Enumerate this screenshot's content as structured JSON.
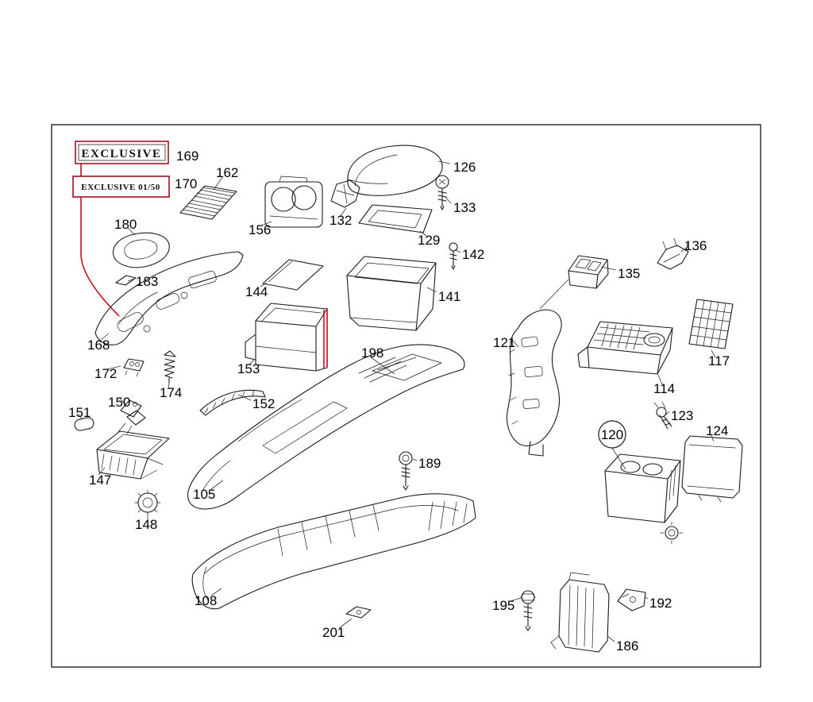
{
  "colors": {
    "line": "#1a1a1a",
    "accent_red": "#c41220",
    "badge_red": "#a01020"
  },
  "badges": {
    "primary": "EXCLUSIVE",
    "secondary": "EXCLUSIVE 01/50"
  },
  "callouts": {
    "c105": "105",
    "c108": "108",
    "c114": "114",
    "c117": "117",
    "c120": "120",
    "c121": "121",
    "c123": "123",
    "c124": "124",
    "c126": "126",
    "c129": "129",
    "c132": "132",
    "c133": "133",
    "c135": "135",
    "c136": "136",
    "c141": "141",
    "c142": "142",
    "c144": "144",
    "c147": "147",
    "c148": "148",
    "c150": "150",
    "c151": "151",
    "c152": "152",
    "c153": "153",
    "c156": "156",
    "c162": "162",
    "c168": "168",
    "c169": "169",
    "c170": "170",
    "c172": "172",
    "c174": "174",
    "c180": "180",
    "c183": "183",
    "c186": "186",
    "c189": "189",
    "c192": "192",
    "c195": "195",
    "c198": "198",
    "c201": "201"
  }
}
